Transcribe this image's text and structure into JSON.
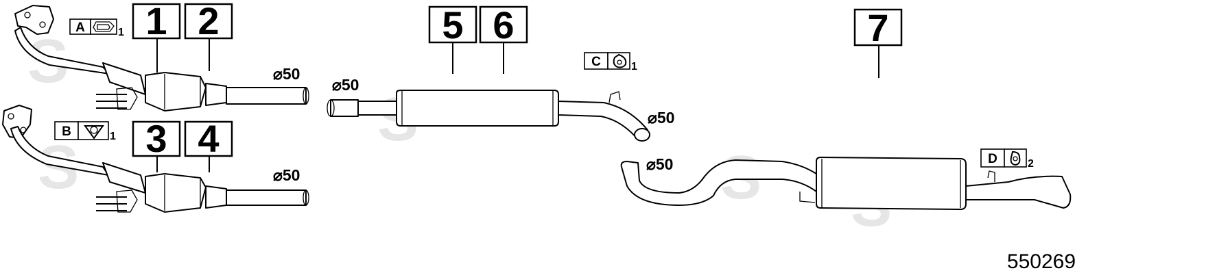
{
  "part_numbers": [
    "1",
    "2",
    "3",
    "4",
    "5",
    "6",
    "7"
  ],
  "kit_items": [
    {
      "letter": "A",
      "qty": "1",
      "icon": "gasket-icon"
    },
    {
      "letter": "B",
      "qty": "1",
      "icon": "flange-gasket-icon"
    },
    {
      "letter": "C",
      "qty": "1",
      "icon": "rubber-hanger-icon"
    },
    {
      "letter": "D",
      "qty": "2",
      "icon": "rubber-mount-icon"
    }
  ],
  "dimensions": [
    "⌀50",
    "⌀50",
    "⌀50",
    "⌀50",
    "⌀50"
  ],
  "watermark": [
    "S",
    "S",
    "S",
    "S",
    "S"
  ],
  "diagram_code": "550269"
}
